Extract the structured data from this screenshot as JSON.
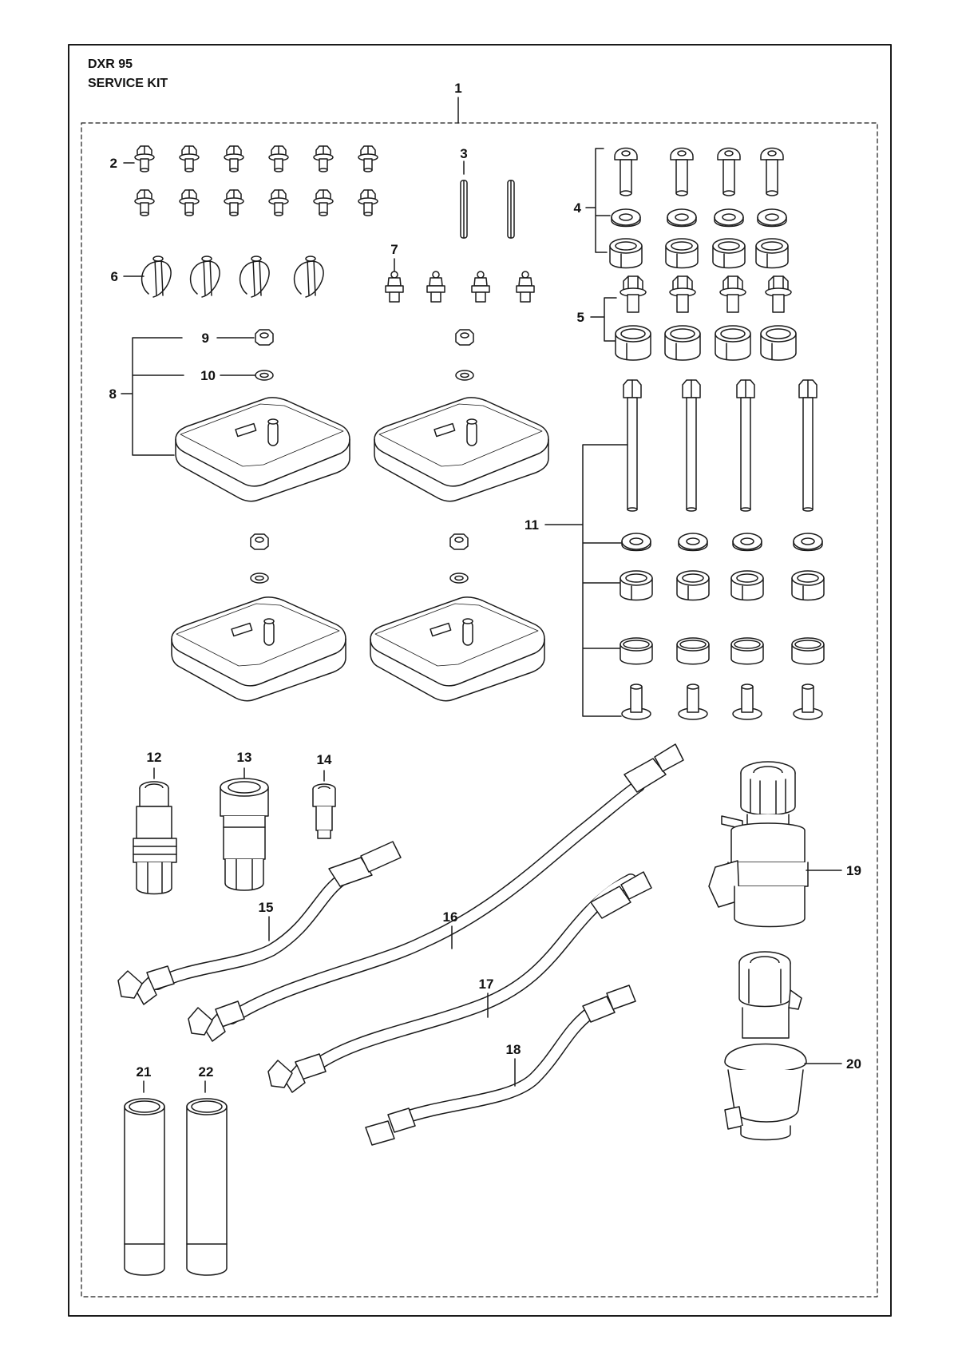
{
  "header": {
    "model": "DXR 95",
    "title": "SERVICE KIT"
  },
  "callouts": [
    {
      "id": "c1",
      "label": "1"
    },
    {
      "id": "c2",
      "label": "2"
    },
    {
      "id": "c3",
      "label": "3"
    },
    {
      "id": "c4",
      "label": "4"
    },
    {
      "id": "c5",
      "label": "5"
    },
    {
      "id": "c6",
      "label": "6"
    },
    {
      "id": "c7",
      "label": "7"
    },
    {
      "id": "c8",
      "label": "8"
    },
    {
      "id": "c9",
      "label": "9"
    },
    {
      "id": "c10",
      "label": "10"
    },
    {
      "id": "c11",
      "label": "11"
    },
    {
      "id": "c12",
      "label": "12"
    },
    {
      "id": "c13",
      "label": "13"
    },
    {
      "id": "c14",
      "label": "14"
    },
    {
      "id": "c15",
      "label": "15"
    },
    {
      "id": "c16",
      "label": "16"
    },
    {
      "id": "c17",
      "label": "17"
    },
    {
      "id": "c18",
      "label": "18"
    },
    {
      "id": "c19",
      "label": "19"
    },
    {
      "id": "c20",
      "label": "20"
    },
    {
      "id": "c21",
      "label": "21"
    },
    {
      "id": "c22",
      "label": "22"
    }
  ],
  "colors": {
    "line": "#1a1a1a",
    "fill": "#ffffff",
    "shade": "#e8e8e8"
  }
}
